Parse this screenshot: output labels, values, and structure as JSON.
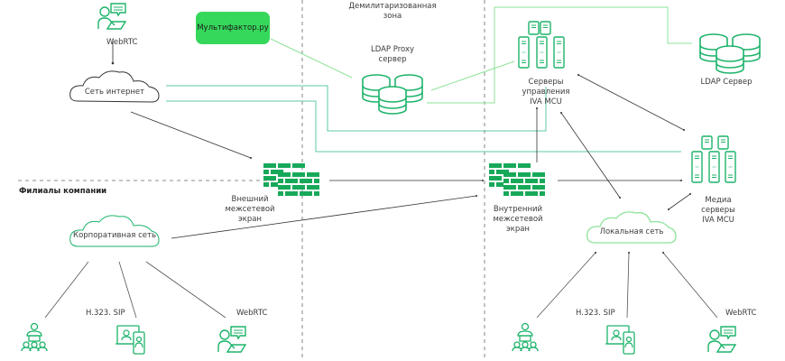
{
  "zones": {
    "dmz": "Демилитаризованная\nзона",
    "branches": "Филиалы компании"
  },
  "nodes": {
    "multifactor": "Мультифактор.ру",
    "internet": "Сеть интернет",
    "corporate_net": "Корпоративная сеть",
    "local_net": "Локальная сеть",
    "ldap_proxy": "LDAP Proxy\nсервер",
    "ldap_server": "LDAP Сервер",
    "mgmt_servers": "Серверы\nуправления\nIVA MCU",
    "media_servers": "Медиа\nсерверы\nIVA MCU",
    "ext_firewall": "Внешний\nмежсетевой\nэкран",
    "int_firewall": "Внутренний\nмежсетевой\nэкран"
  },
  "protocols": {
    "top_webrtc": "WebRTC",
    "left_h323": "H.323. SIP",
    "left_webrtc": "WebRTC",
    "right_h323": "H.323. SIP",
    "right_webrtc": "WebRTC"
  },
  "colors": {
    "green": "#1db36a",
    "bright_green": "#36d85c",
    "teal_line": "#5cc9a7",
    "light_green_line": "#8ee39a",
    "dark_line": "#333333"
  }
}
